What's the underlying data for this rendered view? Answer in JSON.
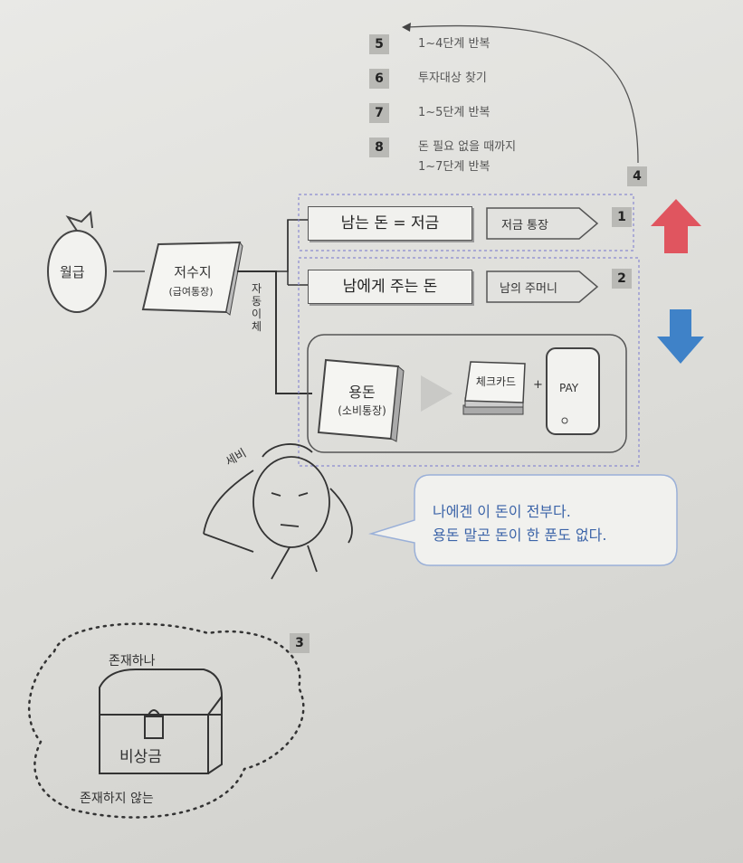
{
  "steps": [
    {
      "num": "5",
      "text": "1~4단계 반복"
    },
    {
      "num": "6",
      "text": "투자대상 찾기"
    },
    {
      "num": "7",
      "text": "1~5단계 반복"
    },
    {
      "num": "8",
      "line1": "돈 필요 없을 때까지",
      "line2": "1~7단계 반복"
    }
  ],
  "step4_num": "4",
  "salary_label": "월급",
  "reservoir": {
    "title": "저수지",
    "sub": "(급여통장)"
  },
  "auto_transfer": "자동이체",
  "savings": {
    "label": "남는 돈 = 저금",
    "target": "저금 통장",
    "num": "1"
  },
  "given": {
    "label": "남에게 주는 돈",
    "target": "남의 주머니",
    "num": "2"
  },
  "pocket": {
    "title": "용돈",
    "sub": "(소비통장)",
    "card": "체크카드",
    "plus": "+",
    "pay": "PAY"
  },
  "person_sound": "세비",
  "speech": {
    "line1": "나에겐 이 돈이 전부다.",
    "line2": "용돈 말곤 돈이 한 푼도 없다."
  },
  "cloud": {
    "num": "3",
    "top": "존재하나",
    "chest": "비상금",
    "bottom": "존재하지 않는"
  },
  "colors": {
    "up_arrow": "#e0555f",
    "down_arrow": "#3f82c8",
    "box_fill": "#f1f1ee",
    "dashed": "#8a8ad0",
    "bubble_border": "#9ab0d8"
  }
}
